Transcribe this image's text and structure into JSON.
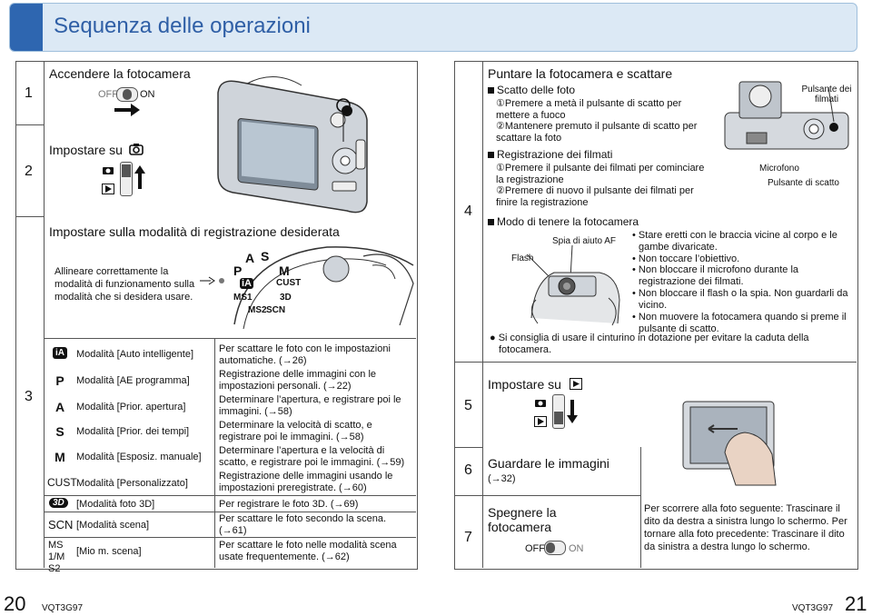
{
  "header": {
    "title": "Sequenza delle operazioni"
  },
  "left": {
    "step1": {
      "num": "1",
      "title": "Accendere la fotocamera",
      "switch_off": "OFF",
      "switch_on": "ON"
    },
    "step2": {
      "num": "2",
      "title": "Impostare su"
    },
    "step3": {
      "num": "3",
      "title": "Impostare sulla modalità di registrazione desiderata",
      "instruction": "Allineare correttamente la modalità di funzionamento sulla modalità che si desidera usare.",
      "dial_letters": [
        "S",
        "M",
        "CUST",
        "3D",
        "SCN",
        "MS2",
        "MS1",
        "iA",
        "P",
        "A"
      ],
      "modes": [
        {
          "icon": "iA",
          "label": "Modalità [Auto intelligente]",
          "desc": "Per scattare le foto con le impostazioni automatiche. (→26)"
        },
        {
          "icon": "P",
          "label": "Modalità [AE programma]",
          "desc": "Registrazione delle immagini con le impostazioni personali. (→22)"
        },
        {
          "icon": "A",
          "label": "Modalità [Prior. apertura]",
          "desc": "Determinare l’apertura, e registrare poi le immagini. (→58)"
        },
        {
          "icon": "S",
          "label": "Modalità [Prior. dei tempi]",
          "desc": "Determinare la velocità di scatto, e registrare poi le immagini. (→58)"
        },
        {
          "icon": "M",
          "label": "Modalità [Esposiz. manuale]",
          "desc": "Determinare l’apertura e la velocità di scatto, e registrare poi le immagini. (→59)"
        },
        {
          "icon": "CUST",
          "label": "Modalità [Personalizzato]",
          "desc": "Registrazione delle immagini usando le impostazioni preregistrate. (→60)"
        },
        {
          "icon": "3D",
          "label": "[Modalità foto 3D]",
          "desc": "Per registrare le foto 3D. (→69)"
        },
        {
          "icon": "SCN",
          "label": "[Modalità scena]",
          "desc": "Per scattare le foto secondo la scena. (→61)"
        },
        {
          "icon": "MS1/MS2",
          "label": "[Mio m. scena]",
          "desc": "Per scattare le foto nelle modalità scena usate frequentemente. (→62)"
        }
      ]
    }
  },
  "right": {
    "step4": {
      "num": "4",
      "title": "Puntare la fotocamera e scattare",
      "photo_heading": "Scatto delle foto",
      "photo_steps": [
        "①Premere a metà il pulsante di scatto per mettere a fuoco",
        "②Mantenere premuto il pulsante di scatto per scattare la foto"
      ],
      "movie_heading": "Registrazione dei filmati",
      "movie_steps": [
        "①Premere il pulsante dei filmati per cominciare la registrazione",
        "②Premere di nuovo il pulsante dei filmati per finire la registrazione"
      ],
      "hold_heading": "Modo di tenere la fotocamera",
      "labels": {
        "movie_button": "Pulsante dei filmati",
        "microphone": "Microfono",
        "shutter": "Pulsante di scatto",
        "af_lamp": "Spia di aiuto AF",
        "flash": "Flash"
      },
      "tips": [
        "Stare eretti con le braccia vicine al corpo e le gambe divaricate.",
        "Non toccare l’obiettivo.",
        "Non bloccare il microfono durante la registrazione dei filmati.",
        "Non bloccare il flash o la spia. Non guardarli da vicino.",
        "Non muovere la fotocamera quando si preme il pulsante di scatto."
      ],
      "strap_note": "Si consiglia di usare il cinturino in dotazione per evitare la caduta della fotocamera."
    },
    "step5": {
      "num": "5",
      "title": "Impostare su"
    },
    "step6": {
      "num": "6",
      "title": "Guardare le immagini",
      "ref": "(→32)"
    },
    "step7": {
      "num": "7",
      "title": "Spegnere la fotocamera",
      "switch_off": "OFF",
      "switch_on": "ON"
    },
    "playback_note": "Per scorrere alla foto seguente: Trascinare il dito da destra a sinistra lungo lo schermo. Per tornare alla foto precedente: Trascinare il dito da sinistra a destra lungo lo schermo."
  },
  "footer": {
    "left_page": "20",
    "left_code": "VQT3G97",
    "right_code": "VQT3G97",
    "right_page": "21"
  }
}
